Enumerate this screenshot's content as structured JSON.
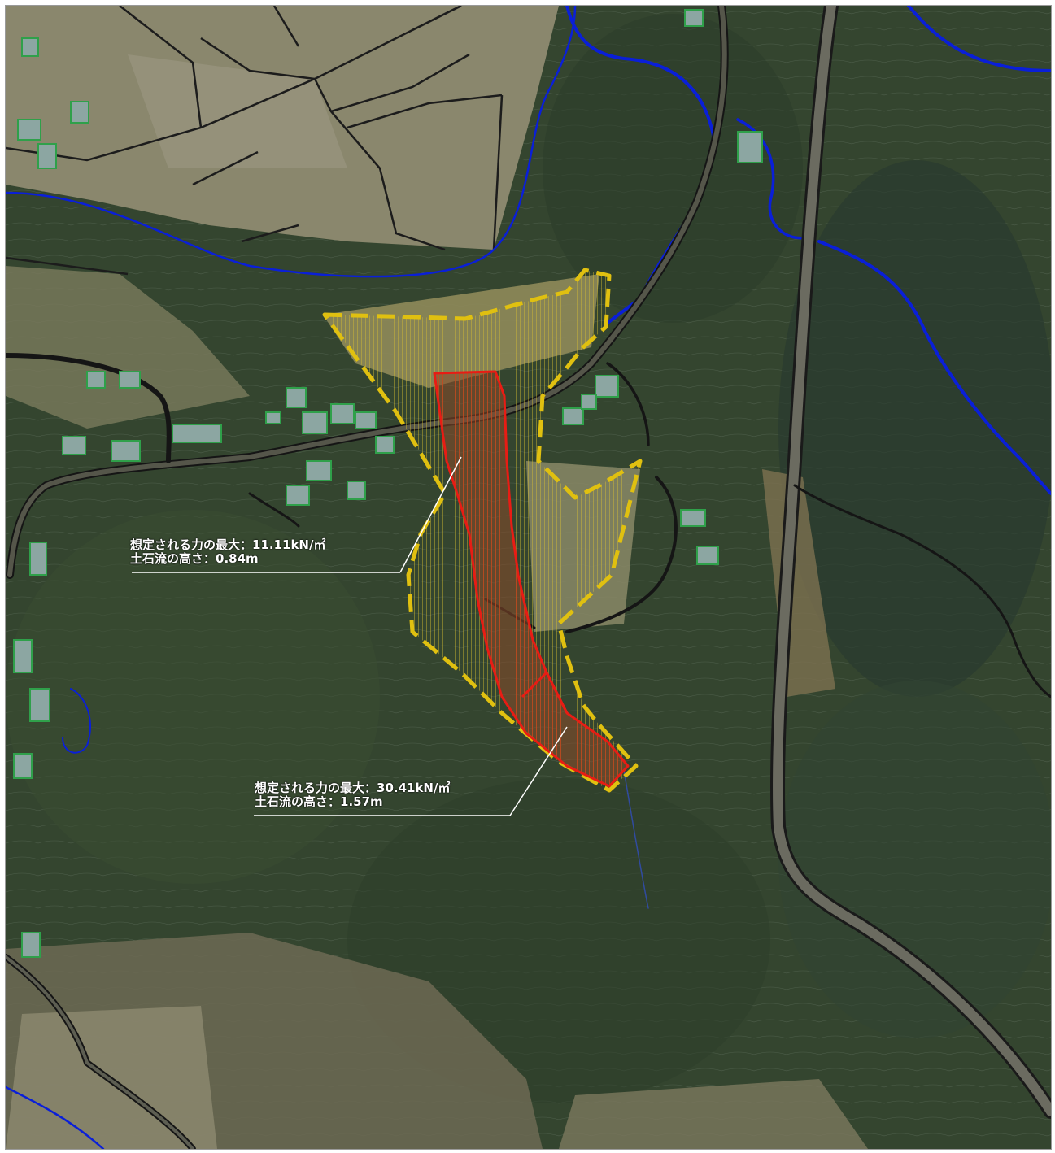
{
  "callouts": [
    {
      "force_line": "想定される力の最大：11.11kN/㎡",
      "height_line": "土石流の高さ：0.84m"
    },
    {
      "force_line": "想定される力の最大：30.41kN/㎡",
      "height_line": "土石流の高さ：1.57m"
    }
  ],
  "colors": {
    "forest_dark": "#2c3b2a",
    "forest_mid": "#3f5238",
    "field_tan": "#8f8a6a",
    "field_grey": "#9c9a86",
    "road_black": "#1a1a1a",
    "river_blue": "#0a1fd8",
    "warning_zone_yellow": "#e0c010",
    "special_warning_zone_red": "#e81c14",
    "building_green": "#2fa04a"
  }
}
